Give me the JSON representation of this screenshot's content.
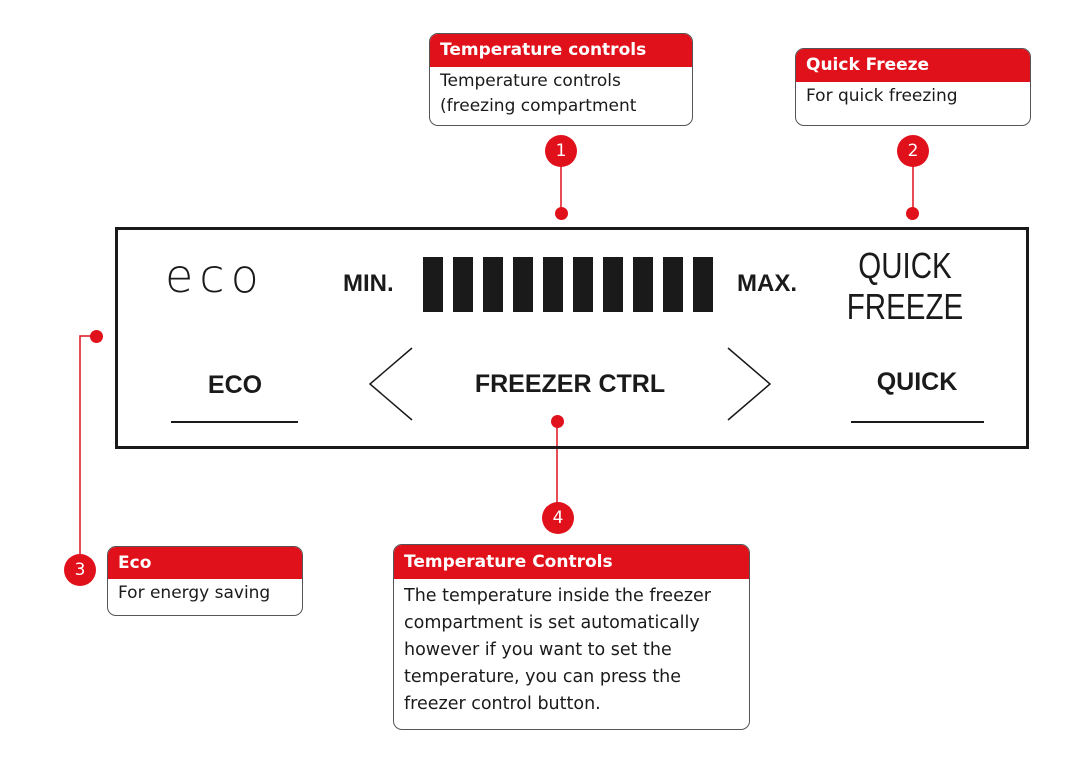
{
  "panel": {
    "eco_logo": "eco",
    "min_label": "MIN.",
    "max_label": "MAX.",
    "level_bar_count": 10,
    "quick_freeze_lines": [
      "QUICK",
      "FREEZE"
    ],
    "eco_button": "ECO",
    "freezer_ctrl_button": "FREEZER CTRL",
    "quick_button": "QUICK"
  },
  "callouts": [
    {
      "number": "1",
      "title": "Temperature controls",
      "body": "Temperature controls\n(freezing compartment"
    },
    {
      "number": "2",
      "title": "Quick Freeze",
      "body": "For quick freezing"
    },
    {
      "number": "3",
      "title": "Eco",
      "body": "For energy saving"
    },
    {
      "number": "4",
      "title": "Temperature Controls",
      "body": "The temperature inside the freezer\ncompartment is set automatically\nhowever if you want to set the\ntemperature, you can press the\nfreezer control  button."
    }
  ],
  "colors": {
    "accent": "#e0111b",
    "ink": "#1a1a1a",
    "border": "#555555"
  }
}
